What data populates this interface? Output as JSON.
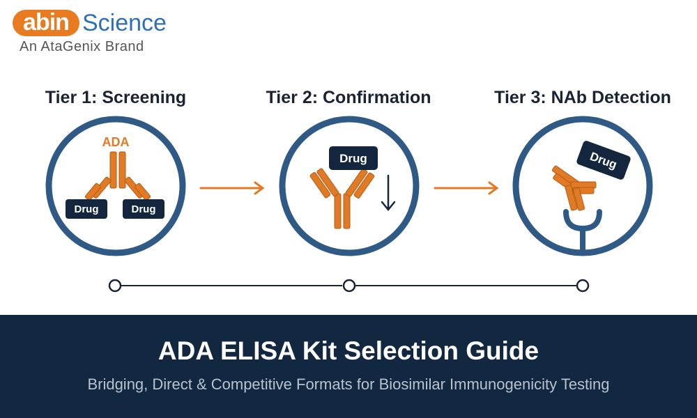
{
  "brand": {
    "logo_left": "abin",
    "logo_right": "Science",
    "tagline": "An AtaGenix Brand"
  },
  "tiers": [
    {
      "title": "Tier 1: Screening",
      "labels": {
        "ada": "ADA",
        "drug_left": "Drug",
        "drug_right": "Drug"
      }
    },
    {
      "title": "Tier 2: Confirmation",
      "labels": {
        "drug": "Drug"
      }
    },
    {
      "title": "Tier 3: NAb Detection",
      "labels": {
        "drug": "Drug"
      }
    }
  ],
  "banner": {
    "title": "ADA ELISA Kit Selection Guide",
    "subtitle": "Bridging, Direct & Competitive Formats for Biosimilar Immunogenicity Testing"
  },
  "colors": {
    "circle_stroke": "#2f5a86",
    "antibody": "#e07a24",
    "drug_box": "#13263d",
    "banner_bg": "#112840",
    "arrow": "#e07a24"
  }
}
